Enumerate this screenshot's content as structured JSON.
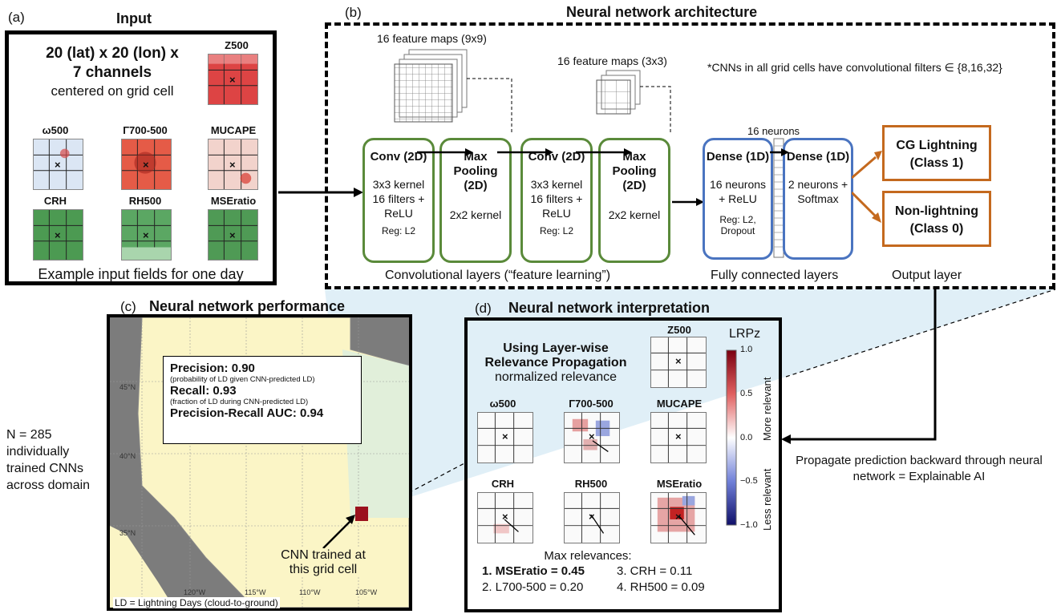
{
  "panel_a": {
    "tag": "(a)",
    "title": "Input",
    "header_line1": "20 (lat) x 20 (lon) x",
    "header_line2": "7 channels",
    "header_line3": "centered on grid cell",
    "footer": "Example input fields for one day",
    "maps": [
      {
        "label": "Z500",
        "color": "#d93a3a"
      },
      {
        "label": "ω500",
        "color": "#a7c3e8"
      },
      {
        "label": "Γ700-500",
        "color": "#e0523f"
      },
      {
        "label": "MUCAPE",
        "color": "#e9a89b"
      },
      {
        "label": "CRH",
        "color": "#4f9b55"
      },
      {
        "label": "RH500",
        "color": "#5aa35f"
      },
      {
        "label": "MSEratio",
        "color": "#5aa35f"
      }
    ]
  },
  "panel_b": {
    "tag": "(b)",
    "title": "Neural network architecture",
    "fmaps1": "16 feature maps (9x9)",
    "fmaps2": "16 feature maps (3x3)",
    "note": "*CNNs in all grid cells have convolutional filters ∈ {8,16,32}",
    "neurons_note": "16 neurons",
    "conv1": {
      "title": "Conv (2D)",
      "body": "3x3 kernel 16 filters + ReLU",
      "reg": "Reg: L2"
    },
    "pool1": {
      "title": "Max Pooling (2D)",
      "body": "2x2 kernel"
    },
    "conv2": {
      "title": "Conv (2D)",
      "body": "3x3 kernel 16 filters + ReLU",
      "reg": "Reg: L2"
    },
    "pool2": {
      "title": "Max Pooling (2D)",
      "body": "2x2 kernel"
    },
    "dense1": {
      "title": "Dense (1D)",
      "body": "16 neurons + ReLU",
      "reg": "Reg: L2, Dropout"
    },
    "dense2": {
      "title": "Dense (1D)",
      "body": "2 neurons + Softmax"
    },
    "out1": "CG Lightning (Class 1)",
    "out2": "Non-lightning (Class 0)",
    "section_conv": "Convolutional layers (“feature learning”)",
    "section_fc": "Fully connected layers",
    "section_out": "Output layer"
  },
  "panel_c": {
    "tag": "(c)",
    "title": "Neural network performance",
    "precision": "Precision: 0.90",
    "precision_note": "(probability of LD given CNN-predicted LD)",
    "recall": "Recall: 0.93",
    "recall_note": "(fraction of LD during CNN-predicted LD)",
    "auc": "Precision-Recall AUC: 0.94",
    "callout": "CNN trained at this grid cell",
    "footer": "LD = Lightning Days (cloud-to-ground)",
    "lat_labels": [
      "45°N",
      "40°N",
      "35°N"
    ],
    "lon_labels": [
      "120°W",
      "115°W",
      "110°W",
      "105°W"
    ]
  },
  "side_left": "N = 285 individually trained CNNs across domain",
  "side_right": "Propagate prediction backward through neural network = Explainable AI",
  "panel_d": {
    "tag": "(d)",
    "title": "Neural network interpretation",
    "heading1": "Using Layer-wise",
    "heading2": "Relevance Propagation",
    "heading3": "normalized relevance",
    "cbar_title": "LRPz",
    "cbar_ticks": [
      "1.0",
      "0.5",
      "0.0",
      "−0.5",
      "−1.0"
    ],
    "more": "More relevant",
    "less": "Less relevant",
    "maps": [
      "Z500",
      "ω500",
      "Γ700-500",
      "MUCAPE",
      "CRH",
      "RH500",
      "MSEratio"
    ],
    "max_title": "Max relevances:",
    "r1": "1. MSEratio = 0.45",
    "r2": "2. L700-500 = 0.20",
    "r3": "3. CRH = 0.11",
    "r4": "4. RH500 = 0.09"
  }
}
